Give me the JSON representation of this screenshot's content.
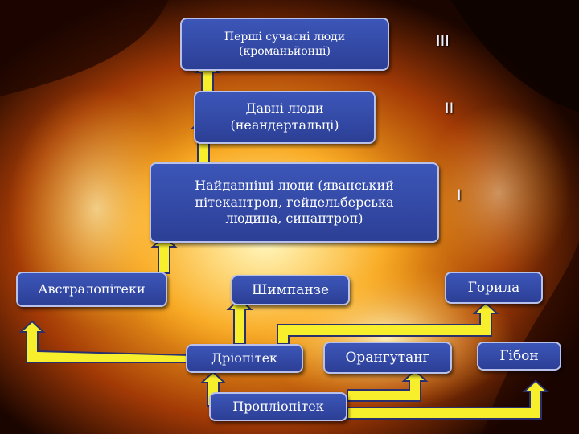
{
  "nodes": {
    "cromagnons": {
      "line1": "Перші сучасні люди",
      "line2": "(кроманьйонці)"
    },
    "neanderthals": {
      "line1": "Давні люди",
      "line2": "(неандертальці)"
    },
    "oldest": {
      "line1": "Найдавніші люди (яванський",
      "line2": "пітекантроп, гейдельберська",
      "line3": "людина, синантроп)"
    },
    "australopithecines": {
      "label": "Австралопітеки"
    },
    "chimpanzee": {
      "label": "Шимпанзе"
    },
    "gorilla": {
      "label": "Горила"
    },
    "dryopithecus": {
      "label": "Дріопітек"
    },
    "orangutan": {
      "label": "Орангутанг"
    },
    "gibbon": {
      "label": "Гібон"
    },
    "propliopithecus": {
      "label": "Пропліопітек"
    }
  },
  "stages": {
    "stage1": "I",
    "stage2": "II",
    "stage3": "III"
  },
  "colors": {
    "node_fill": "#3249a8",
    "node_border": "#b9c1ea",
    "arrow_fill": "#f7ee2c",
    "arrow_outline": "#2a2f6e"
  }
}
